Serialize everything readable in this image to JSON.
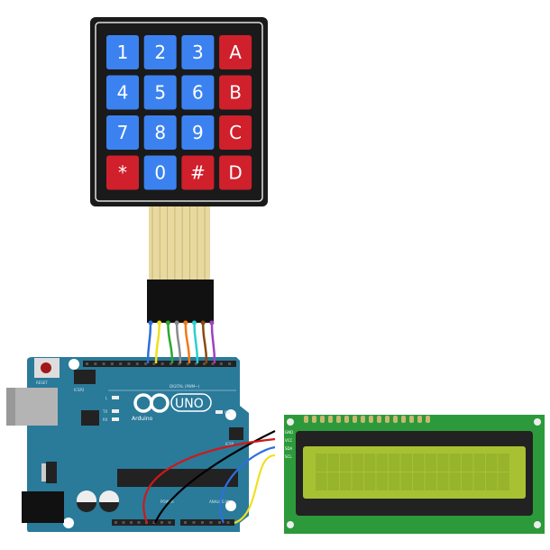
{
  "keypad": {
    "keys": [
      {
        "label": "1",
        "color": "#3b82f0"
      },
      {
        "label": "2",
        "color": "#3b82f0"
      },
      {
        "label": "3",
        "color": "#3b82f0"
      },
      {
        "label": "A",
        "color": "#d0202c"
      },
      {
        "label": "4",
        "color": "#3b82f0"
      },
      {
        "label": "5",
        "color": "#3b82f0"
      },
      {
        "label": "6",
        "color": "#3b82f0"
      },
      {
        "label": "B",
        "color": "#d0202c"
      },
      {
        "label": "7",
        "color": "#3b82f0"
      },
      {
        "label": "8",
        "color": "#3b82f0"
      },
      {
        "label": "9",
        "color": "#3b82f0"
      },
      {
        "label": "C",
        "color": "#d0202c"
      },
      {
        "label": "*",
        "color": "#d0202c"
      },
      {
        "label": "0",
        "color": "#3b82f0"
      },
      {
        "label": "#",
        "color": "#d0202c"
      },
      {
        "label": "D",
        "color": "#d0202c"
      }
    ],
    "wire_colors": [
      "#2f6fdc",
      "#f0e020",
      "#2aa830",
      "#8a8a8a",
      "#f07a18",
      "#2ad0d0",
      "#8a4a10",
      "#a040c0"
    ]
  },
  "arduino": {
    "reset": "RESET",
    "icsp": "ICSP2",
    "brand": "Arduino",
    "model": "UNO",
    "tx": "TX",
    "rx": "RX",
    "l": "L",
    "on": "ON",
    "digital": "DIGITAL (PWM~)",
    "power": "POWER",
    "analog": "ANALOG IN",
    "icsp1": "ICSP",
    "board_color": "#2a7a9a"
  },
  "lcd": {
    "pins": [
      "GND",
      "VCC",
      "SDA",
      "SCL"
    ],
    "screen_color": "#a6c232",
    "pcb_color": "#2c9a3a"
  },
  "i2c_wires": [
    "#000000",
    "#d01818",
    "#2f6fdc",
    "#f0e020"
  ]
}
